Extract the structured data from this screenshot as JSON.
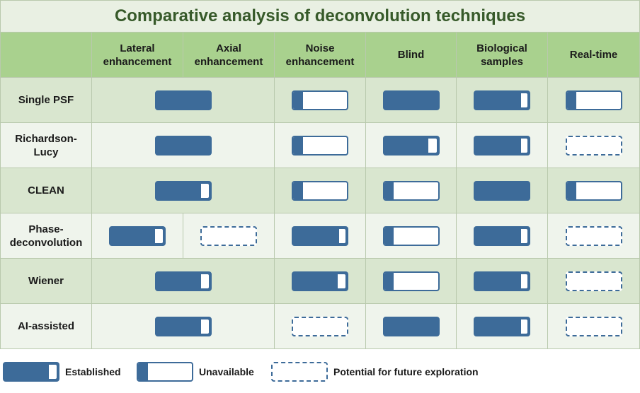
{
  "title": "Comparative analysis of deconvolution techniques",
  "columns": [
    "Lateral enhancement",
    "Axial enhancement",
    "Noise enhancement",
    "Blind",
    "Biological samples",
    "Real-time"
  ],
  "rows": [
    {
      "label": "Single PSF",
      "cells": [
        {
          "span": 2,
          "status": "established",
          "level": 1.0
        },
        {
          "status": "unavailable",
          "level": 0.18
        },
        {
          "status": "established",
          "level": 1.0
        },
        {
          "status": "established",
          "level": 0.88
        },
        {
          "status": "unavailable",
          "level": 0.18
        }
      ]
    },
    {
      "label": "Richardson-Lucy",
      "cells": [
        {
          "span": 2,
          "status": "established",
          "level": 1.0
        },
        {
          "status": "unavailable",
          "level": 0.18
        },
        {
          "status": "established",
          "level": 0.85
        },
        {
          "status": "established",
          "level": 0.88
        },
        {
          "status": "potential",
          "level": 0
        }
      ]
    },
    {
      "label": "CLEAN",
      "cells": [
        {
          "span": 2,
          "status": "established",
          "level": 0.86
        },
        {
          "status": "unavailable",
          "level": 0.18
        },
        {
          "status": "unavailable",
          "level": 0.18
        },
        {
          "status": "established",
          "level": 1.0
        },
        {
          "status": "unavailable",
          "level": 0.18
        }
      ]
    },
    {
      "label": "Phase-deconvolution",
      "cells": [
        {
          "status": "established",
          "level": 0.86
        },
        {
          "status": "potential",
          "level": 0
        },
        {
          "status": "established",
          "level": 0.88
        },
        {
          "status": "unavailable",
          "level": 0.18
        },
        {
          "status": "established",
          "level": 0.88
        },
        {
          "status": "potential",
          "level": 0
        }
      ]
    },
    {
      "label": "Wiener",
      "cells": [
        {
          "span": 2,
          "status": "established",
          "level": 0.86
        },
        {
          "status": "established",
          "level": 0.85
        },
        {
          "status": "unavailable",
          "level": 0.18
        },
        {
          "status": "established",
          "level": 0.88
        },
        {
          "status": "potential",
          "level": 0
        }
      ]
    },
    {
      "label": "AI-assisted",
      "cells": [
        {
          "span": 2,
          "status": "established",
          "level": 0.86
        },
        {
          "status": "potential",
          "level": 0
        },
        {
          "status": "established",
          "level": 1.0
        },
        {
          "status": "established",
          "level": 0.88
        },
        {
          "status": "potential",
          "level": 0
        }
      ]
    }
  ],
  "legend": [
    {
      "status": "established",
      "level": 0.85,
      "label": "Established"
    },
    {
      "status": "unavailable",
      "level": 0.18,
      "label": "Unavailable"
    },
    {
      "status": "potential",
      "level": 0,
      "label": "Potential for future exploration"
    }
  ],
  "colors": {
    "bar": "#3d6b99",
    "header": "#a9d18e",
    "row_dark": "#d9e6cf",
    "row_light": "#eff4ec",
    "title_bg": "#e9f0e3",
    "title_text": "#375a2a"
  }
}
